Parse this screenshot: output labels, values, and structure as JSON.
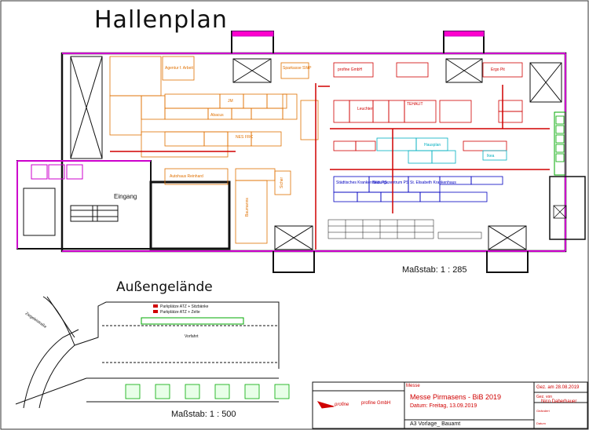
{
  "title": "Hallenplan",
  "subtitle": "Außengelände",
  "scale_hall": "Maßstab: 1 : 285",
  "scale_outdoor": "Maßstab: 1 : 500",
  "entrance": "Eingang",
  "titleblock": {
    "company": "profine GmbH",
    "logo_text": "profine",
    "label_top": "Messe",
    "event": "Messe Pirmasens - BiB 2019",
    "date": "Datum: Freitag, 13.09.2019",
    "footer": "A3 Vorlage_ Bauamt",
    "drawn_label": "Gez. am 28.08.2019",
    "by_label": "Gez. von",
    "drafter": "Nico Daberhauer",
    "small1": "Datum",
    "small2": "Geändert"
  },
  "booths": {
    "agentur": "Agentur f. Arbeit",
    "sparkasse": "Sparkasse SWP",
    "profine": "profine GmbH",
    "ergo": "Ergo Pit",
    "abacus": "Abacus",
    "tehalit": "TEHALIT",
    "nes": "NES",
    "jm": "JM",
    "aukhaus": "Autohaus Reinhard",
    "baumanns": "Baumanns",
    "bildung": "Bildungszentrum PS",
    "stelisabeth": "St. Elisabeth Krankenhaus",
    "staedt": "Städtisches Krankenhaus PS",
    "sicher": "Sicher",
    "hausplan": "Hausplan",
    "leuchter": "Leuchter",
    "ikea": "Ikea",
    "frc": "FRC"
  },
  "outdoor": {
    "lot": "Vorfahrt",
    "legend1": "Parkplätze ATZ + Sitzbänke",
    "legend2": "Parkplätze ATZ + Zelte",
    "street": "Ziegeleistraße"
  }
}
